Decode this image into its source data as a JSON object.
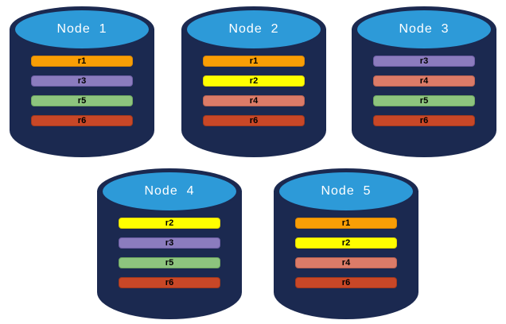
{
  "diagram": {
    "type": "database-replication-diagram",
    "colors": {
      "background": "#ffffff",
      "cylinder_body": "#1b2950",
      "cylinder_top": "#2d9ad8",
      "node_label_text": "#ffffff",
      "bar_label_text": "#000000"
    },
    "replica_colors": {
      "r1": {
        "fill": "#f99e05",
        "border": "#d98806"
      },
      "r2": {
        "fill": "#ffff00",
        "border": "#e0d400"
      },
      "r3": {
        "fill": "#8b7cbe",
        "border": "#6f5fa6"
      },
      "r4": {
        "fill": "#db7b68",
        "border": "#bc6452"
      },
      "r5": {
        "fill": "#8dc47e",
        "border": "#6fa860"
      },
      "r6": {
        "fill": "#c84727",
        "border": "#a0381e"
      }
    },
    "nodes": [
      {
        "label": "Node  1",
        "replicas": [
          "r1",
          "r3",
          "r5",
          "r6"
        ]
      },
      {
        "label": "Node  2",
        "replicas": [
          "r1",
          "r2",
          "r4",
          "r6"
        ]
      },
      {
        "label": "Node  3",
        "replicas": [
          "r3",
          "r4",
          "r5",
          "r6"
        ]
      },
      {
        "label": "Node  4",
        "replicas": [
          "r2",
          "r3",
          "r5",
          "r6"
        ]
      },
      {
        "label": "Node  5",
        "replicas": [
          "r1",
          "r2",
          "r4",
          "r6"
        ]
      }
    ]
  }
}
